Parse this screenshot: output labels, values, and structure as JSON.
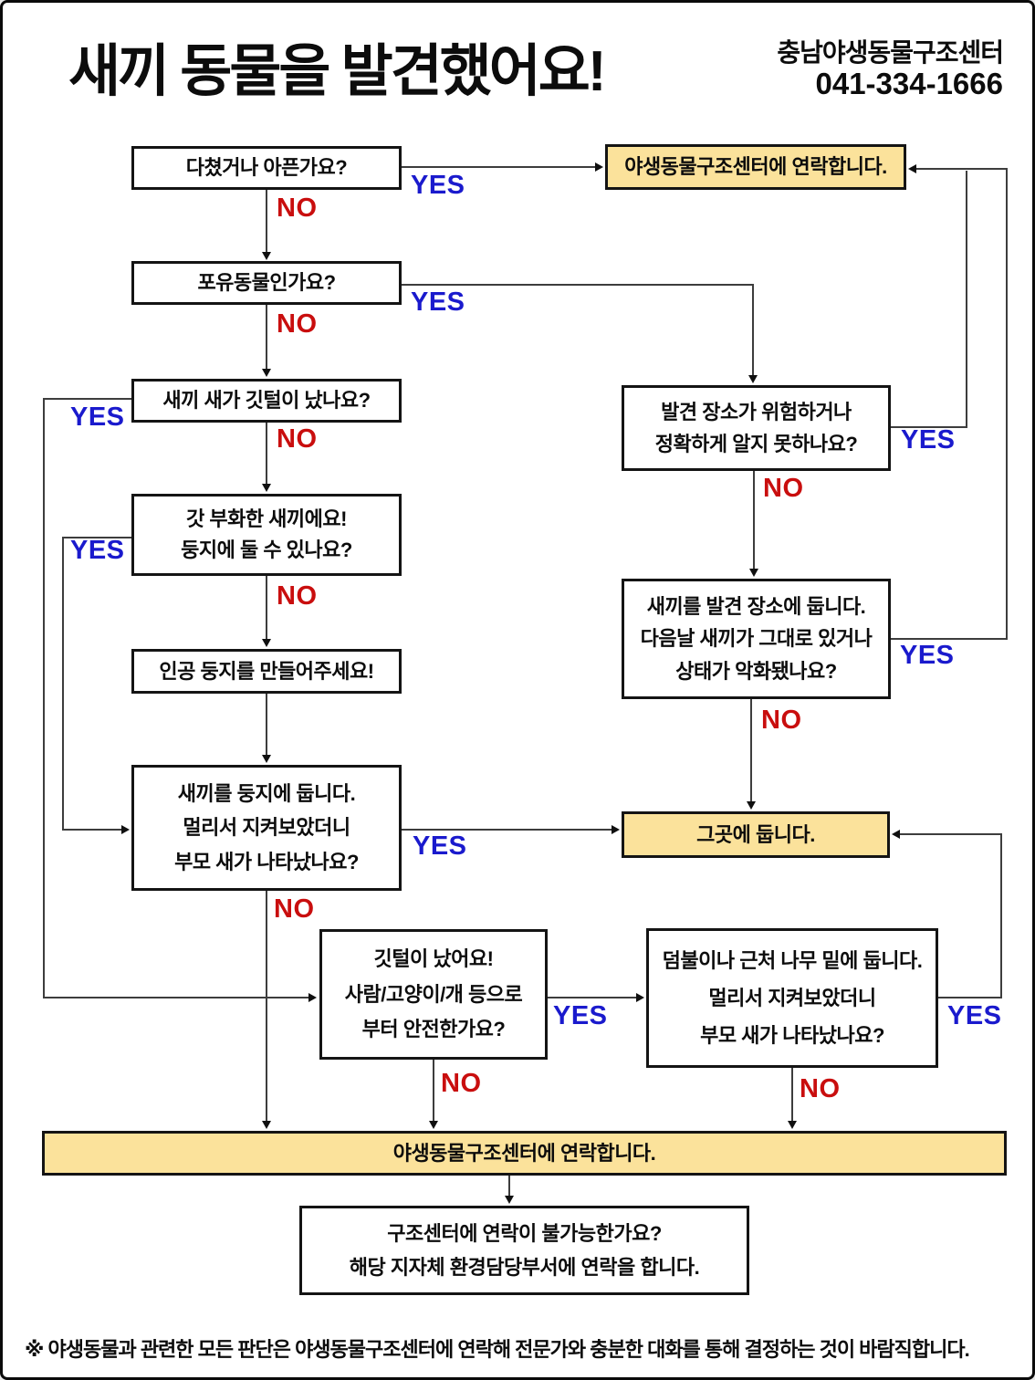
{
  "header": {
    "title": "새끼 동물을 발견했어요!",
    "org": "충남야생동물구조센터",
    "phone": "041-334-1666"
  },
  "labels": {
    "yes": "YES",
    "no": "NO"
  },
  "colors": {
    "highlight_fill": "#FBE29B",
    "yes_blue": "#1A1ACD",
    "no_red": "#C90E0E",
    "box_border": "#141414"
  },
  "nodes": {
    "q_injured": {
      "lines": [
        "다쳤거나 아픈가요?"
      ]
    },
    "contact_top": {
      "lines": [
        "야생동물구조센터에  연락합니다."
      ]
    },
    "q_mammal": {
      "lines": [
        "포유동물인가요?"
      ]
    },
    "q_feathers": {
      "lines": [
        "새끼 새가 깃털이 났나요?"
      ]
    },
    "q_place_danger": {
      "lines": [
        "발견 장소가 위험하거나",
        "정확하게 알지 못하나요?"
      ]
    },
    "q_hatchling": {
      "lines": [
        "갓 부화한 새끼에요!",
        "둥지에 둘 수 있나요?"
      ]
    },
    "q_leave_place": {
      "lines": [
        "새끼를 발견 장소에 둡니다.",
        "다음날 새끼가 그대로 있거나",
        "상태가 악화됐나요?"
      ]
    },
    "make_nest": {
      "lines": [
        "인공 둥지를 만들어주세요!"
      ]
    },
    "q_nest_watch": {
      "lines": [
        "새끼를 둥지에 둡니다.",
        "멀리서 지켜보았더니",
        "부모 새가 나타났나요?"
      ]
    },
    "leave_there": {
      "lines": [
        "그곳에 둡니다."
      ]
    },
    "q_safe_from": {
      "lines": [
        "깃털이 났어요!",
        "사람/고양이/개  등으로",
        "부터 안전한가요?"
      ]
    },
    "q_bush_watch": {
      "lines": [
        "덤불이나 근처 나무 밑에 둡니다.",
        "멀리서 지켜보았더니",
        "부모 새가 나타났나요?"
      ]
    },
    "contact_bottom": {
      "lines": [
        "야생동물구조센터에  연락합니다."
      ]
    },
    "contact_local": {
      "lines": [
        "구조센터에 연락이 불가능한가요?",
        "해당 지자체 환경담당부서에 연락을 합니다."
      ]
    }
  },
  "footer": {
    "note": "※  야생동물과 관련한 모든 판단은 야생동물구조센터에 연락해 전문가와 충분한 대화를 통해 결정하는 것이 바람직합니다."
  }
}
